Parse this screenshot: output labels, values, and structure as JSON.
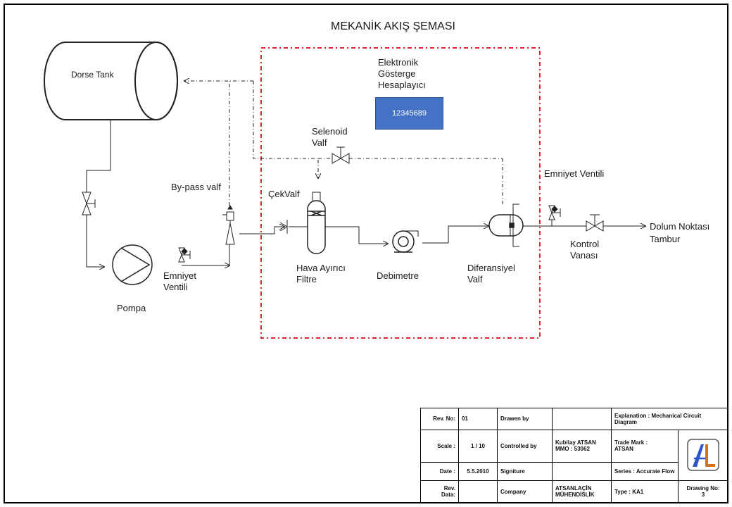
{
  "title": "MEKANİK AKIŞ ŞEMASI",
  "components": {
    "tank": "Dorse Tank",
    "pump": "Pompa",
    "relief_valve_1": [
      "Emniyet",
      "Ventili"
    ],
    "bypass_valve": "By-pass valf",
    "check_valve": "ÇekValf",
    "air_separator": [
      "Hava Ayırıcı",
      "Filtre"
    ],
    "flow_meter": "Debimetre",
    "differential_valve": [
      "Diferansiyel",
      "Valf"
    ],
    "relief_valve_2": "Emniyet Ventili",
    "control_valve": [
      "Kontrol",
      "Vanası"
    ],
    "outlet": [
      "Dolum Noktası",
      "Tambur"
    ],
    "solenoid_valve": [
      "Selenoid",
      "Valf"
    ],
    "electronic_display": [
      "Elektronik",
      "Gösterge",
      "Hesaplayıcı"
    ],
    "display_value": "12345689"
  },
  "colors": {
    "line": "#222222",
    "boundary": "#e0242b",
    "display_fill": "#4472c4",
    "logo_blue": "#2b55c8",
    "logo_orange": "#d9711b"
  },
  "title_block": {
    "rev_no_label": "Rev. No:",
    "rev_no": "01",
    "drawn_by_label": "Drawen by",
    "drawn_by": "",
    "explanation": "Explanation : Mechanical Circuit Diagram",
    "scale_label": "Scale :",
    "scale": "1 / 10",
    "controlled_by_label": "Controlled by",
    "controlled_by": [
      "Kubilay ATSAN",
      "MMO  : 53062"
    ],
    "trade_mark": [
      "Trade Mark :",
      "ATSAN"
    ],
    "date_label": "Date :",
    "date": "5.5.2010",
    "signature_label": "Signiture",
    "signature": "",
    "series": "Series : Accurate Flow",
    "rev_date_label": [
      "Rev.",
      "Data:"
    ],
    "rev_date": "",
    "company_label": "Company",
    "company": [
      "ATSANLAÇİN",
      "MÜHENDİSLİK"
    ],
    "type": "Type : KA1",
    "drawing_no": [
      "Drawing No:",
      "3"
    ],
    "logo_letters": "AL"
  }
}
